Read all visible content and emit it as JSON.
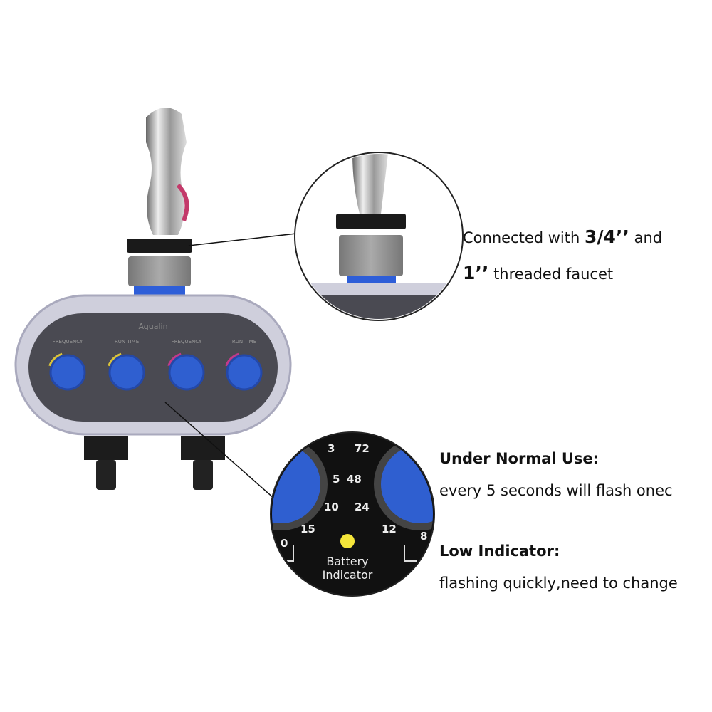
{
  "device": {
    "brand": "Aqualin",
    "dial_labels": [
      "FREQUENCY",
      "RUN TIME",
      "FREQUENCY",
      "RUN TIME"
    ],
    "colors": {
      "knob": "#2f5fd0",
      "body": "#c9c9d8",
      "panel": "#4a4a52",
      "band": "#2e5ed8"
    }
  },
  "callout_faucet": {
    "line1_prefix": "Connected with ",
    "line1_bold": "3/4’’",
    "line1_suffix": " and",
    "line2_bold": "1’’",
    "line2_suffix": " threaded faucet"
  },
  "callout_battery": {
    "dial_numbers_left": [
      "3",
      "5",
      "10",
      "15"
    ],
    "dial_numbers_right": [
      "72",
      "48",
      "24",
      "12"
    ],
    "edge_left": "0",
    "edge_right": "8",
    "indicator_label_line1": "Battery",
    "indicator_label_line2": "Indicator",
    "indicator_color": "#f5e63a",
    "normal_heading": "Under Normal Use:",
    "normal_text": "every 5 seconds will flash onec",
    "low_heading": "Low Indicator:",
    "low_text": "flashing quickly,need to change"
  }
}
